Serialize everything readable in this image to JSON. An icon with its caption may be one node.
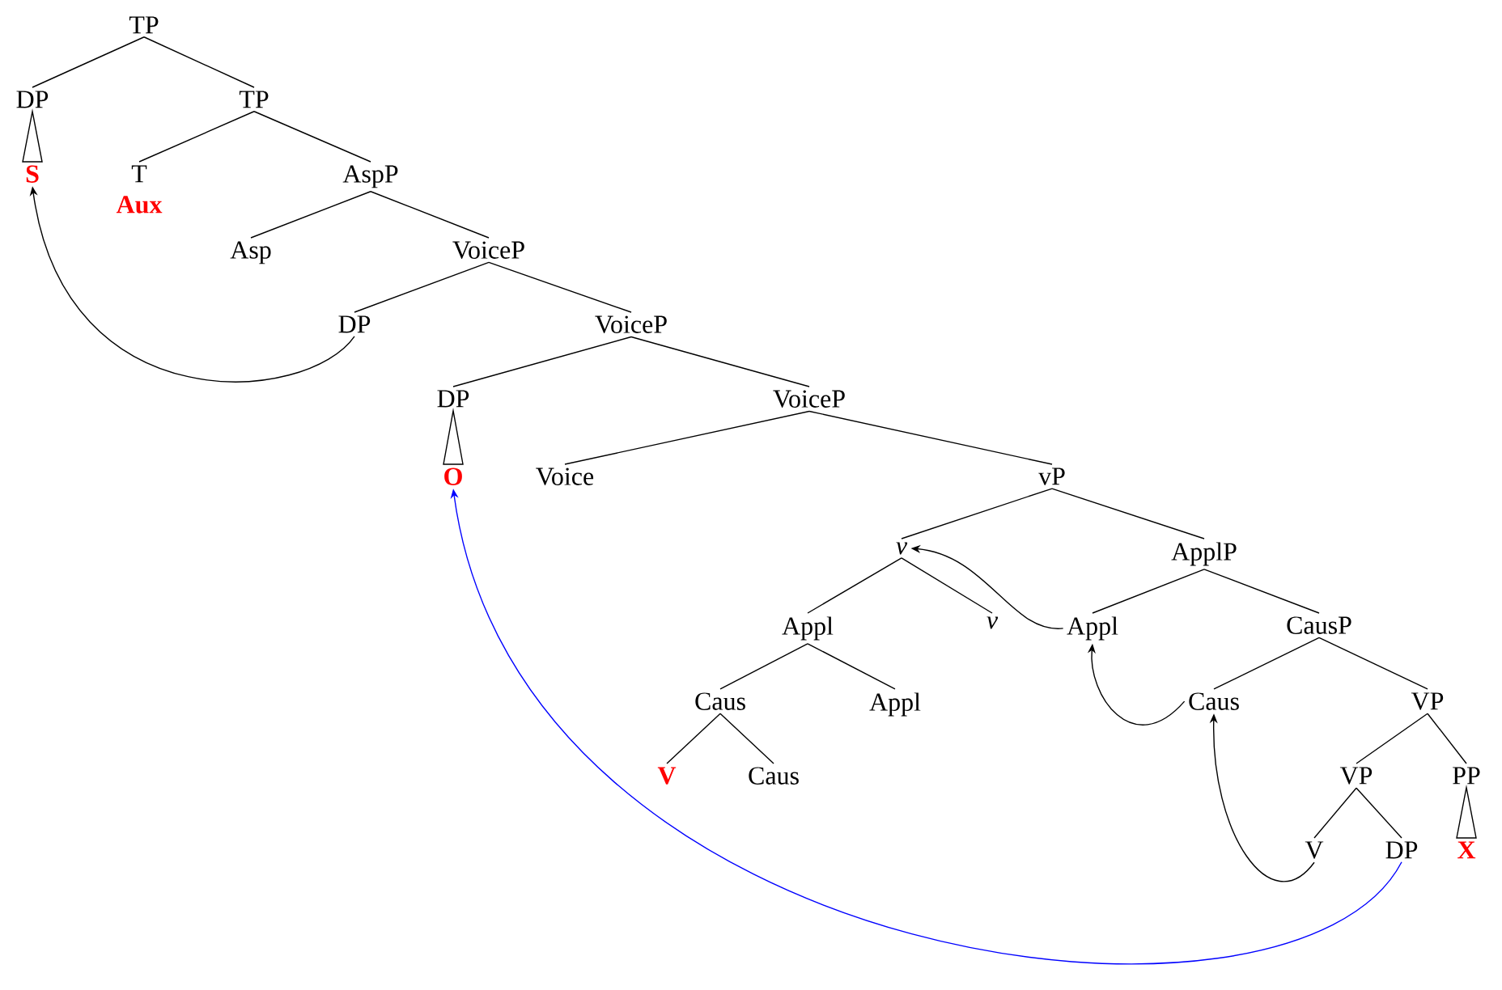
{
  "diagram": {
    "nodes": [
      {
        "text": [
          "TP"
        ]
      },
      {
        "text": [
          "DP"
        ]
      },
      {
        "text": [
          "TP"
        ]
      },
      {
        "text": [
          "S"
        ]
      },
      {
        "text": [
          "T",
          "Aux"
        ]
      },
      {
        "text": [
          "AspP"
        ]
      },
      {
        "text": [
          "Asp"
        ]
      },
      {
        "text": [
          "VoiceP"
        ]
      },
      {
        "text": [
          "DP"
        ]
      },
      {
        "text": [
          "VoiceP"
        ]
      },
      {
        "text": [
          "DP"
        ]
      },
      {
        "text": [
          "VoiceP"
        ]
      },
      {
        "text": [
          "O"
        ]
      },
      {
        "text": [
          "Voice"
        ]
      },
      {
        "text": [
          "vP"
        ]
      },
      {
        "text": [
          "v"
        ]
      },
      {
        "text": [
          "ApplP"
        ]
      },
      {
        "text": [
          "Appl"
        ]
      },
      {
        "text": [
          "v"
        ]
      },
      {
        "text": [
          "Appl"
        ]
      },
      {
        "text": [
          "CausP"
        ]
      },
      {
        "text": [
          "Caus"
        ]
      },
      {
        "text": [
          "Appl"
        ]
      },
      {
        "text": [
          "Caus"
        ]
      },
      {
        "text": [
          "VP"
        ]
      },
      {
        "text": [
          "V"
        ]
      },
      {
        "text": [
          "Caus"
        ]
      },
      {
        "text": [
          "VP"
        ]
      },
      {
        "text": [
          "PP"
        ]
      },
      {
        "text": [
          "V"
        ]
      },
      {
        "text": [
          "DP"
        ]
      },
      {
        "text": [
          "X"
        ]
      }
    ],
    "edges": [
      {
        "from": 0,
        "to": 1,
        "arrow": "none"
      },
      {
        "from": 0,
        "to": 2,
        "arrow": "none"
      },
      {
        "from": 1,
        "to": 3,
        "arrow": "none"
      },
      {
        "from": 2,
        "to": 4,
        "arrow": "none"
      },
      {
        "from": 2,
        "to": 5,
        "arrow": "none"
      },
      {
        "from": 5,
        "to": 6,
        "arrow": "none"
      },
      {
        "from": 5,
        "to": 7,
        "arrow": "none"
      },
      {
        "from": 7,
        "to": 8,
        "arrow": "none"
      },
      {
        "from": 7,
        "to": 9,
        "arrow": "none"
      },
      {
        "from": 9,
        "to": 10,
        "arrow": "none"
      },
      {
        "from": 9,
        "to": 11,
        "arrow": "none"
      },
      {
        "from": 10,
        "to": 12,
        "arrow": "none"
      },
      {
        "from": 11,
        "to": 13,
        "arrow": "none"
      },
      {
        "from": 11,
        "to": 14,
        "arrow": "none"
      },
      {
        "from": 14,
        "to": 15,
        "arrow": "none"
      },
      {
        "from": 14,
        "to": 16,
        "arrow": "none"
      },
      {
        "from": 15,
        "to": 17,
        "arrow": "none"
      },
      {
        "from": 15,
        "to": 18,
        "arrow": "none"
      },
      {
        "from": 16,
        "to": 19,
        "arrow": "none"
      },
      {
        "from": 16,
        "to": 20,
        "arrow": "none"
      },
      {
        "from": 17,
        "to": 21,
        "arrow": "none"
      },
      {
        "from": 17,
        "to": 22,
        "arrow": "none"
      },
      {
        "from": 20,
        "to": 23,
        "arrow": "none"
      },
      {
        "from": 20,
        "to": 24,
        "arrow": "none"
      },
      {
        "from": 21,
        "to": 25,
        "arrow": "none"
      },
      {
        "from": 21,
        "to": 26,
        "arrow": "none"
      },
      {
        "from": 24,
        "to": 27,
        "arrow": "none"
      },
      {
        "from": 24,
        "to": 28,
        "arrow": "none"
      },
      {
        "from": 27,
        "to": 29,
        "arrow": "none"
      },
      {
        "from": 27,
        "to": 30,
        "arrow": "none"
      },
      {
        "from": 28,
        "to": 31,
        "arrow": "none"
      },
      {
        "from": 8,
        "to": 3,
        "arrow": "to"
      },
      {
        "from": 30,
        "to": 12,
        "arrow": "to",
        "color": "#0000ff"
      },
      {
        "from": 19,
        "to": 15,
        "arrow": "to"
      },
      {
        "from": 23,
        "to": 19,
        "arrow": "to"
      },
      {
        "from": 29,
        "to": 23,
        "arrow": "to"
      }
    ]
  }
}
